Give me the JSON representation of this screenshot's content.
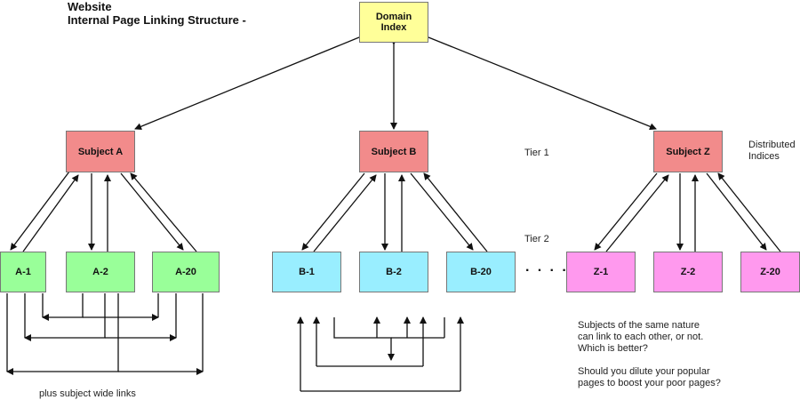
{
  "title": {
    "line1": "Website",
    "line2": "Internal Page Linking Structure -"
  },
  "nodes": {
    "domain_index": "Domain\nIndex",
    "subject_a": "Subject  A",
    "subject_b": "Subject  B",
    "subject_z": "Subject  Z",
    "a1": "A-1",
    "a2": "A-2",
    "a20": "A-20",
    "b1": "B-1",
    "b2": "B-2",
    "b20": "B-20",
    "z1": "Z-1",
    "z2": "Z-2",
    "z20": "Z-20"
  },
  "labels": {
    "tier1": "Tier 1",
    "tier2": "Tier 2",
    "distributed_line1": "Distributed",
    "distributed_line2": "Indices",
    "plus_subject_wide": "plus subject wide links",
    "ellipsis": "· · · ·"
  },
  "notes": {
    "q1_line1": "Subjects of the same nature",
    "q1_line2": "can link to each other, or not.",
    "q1_line3": "Which is better?",
    "q2_line1": "Should you dilute your popular",
    "q2_line2": "pages to boost your poor pages?"
  },
  "colors": {
    "domain": "#ffff99",
    "subject": "#f28b8b",
    "a_pages": "#99ff99",
    "b_pages": "#99eeff",
    "z_pages": "#ff99ee",
    "lines": "#111111"
  }
}
